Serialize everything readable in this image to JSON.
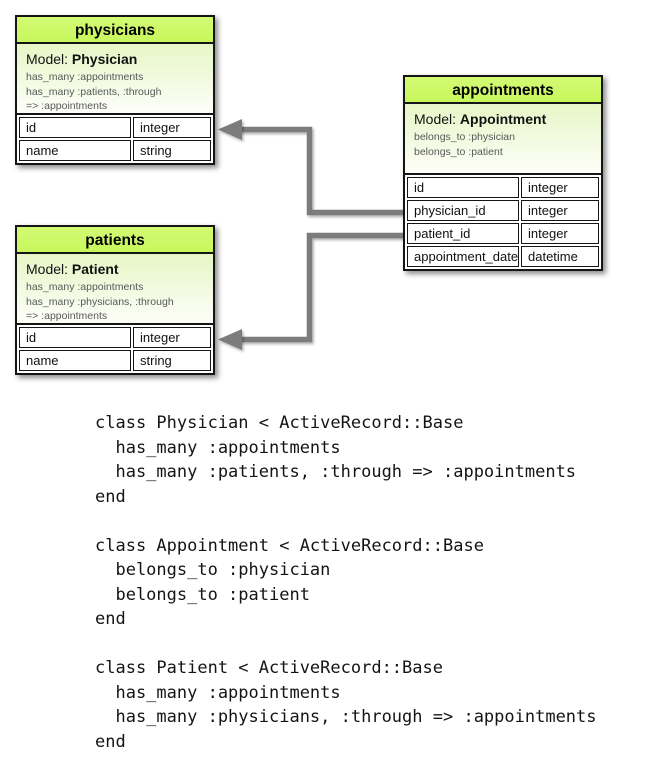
{
  "labels": {
    "model": "Model:"
  },
  "diagram": {
    "colors": {
      "header_green": "#ccf862",
      "gradient_top": "#e7f6c6",
      "arrow_gray": "#7b7b7b",
      "border_black": "#151515"
    },
    "tables": [
      {
        "name": "physicians",
        "model": "Physician",
        "associations": [
          "has_many :appointments",
          "has_many :patients, :through",
          "=> :appointments"
        ],
        "columns": [
          {
            "name": "id",
            "type": "integer"
          },
          {
            "name": "name",
            "type": "string"
          }
        ]
      },
      {
        "name": "appointments",
        "model": "Appointment",
        "associations": [
          "belongs_to :physician",
          "belongs_to :patient"
        ],
        "columns": [
          {
            "name": "id",
            "type": "integer"
          },
          {
            "name": "physician_id",
            "type": "integer"
          },
          {
            "name": "patient_id",
            "type": "integer"
          },
          {
            "name": "appointment_date",
            "type": "datetime"
          }
        ]
      },
      {
        "name": "patients",
        "model": "Patient",
        "associations": [
          "has_many :appointments",
          "has_many :physicians, :through",
          "=> :appointments"
        ],
        "columns": [
          {
            "name": "id",
            "type": "integer"
          },
          {
            "name": "name",
            "type": "string"
          }
        ]
      }
    ],
    "relationships": [
      {
        "from": "appointments.physician_id",
        "to": "physicians.id"
      },
      {
        "from": "appointments.patient_id",
        "to": "patients.id"
      }
    ]
  },
  "code": {
    "text": "class Physician < ActiveRecord::Base\n  has_many :appointments\n  has_many :patients, :through => :appointments\nend\n\nclass Appointment < ActiveRecord::Base\n  belongs_to :physician\n  belongs_to :patient\nend\n\nclass Patient < ActiveRecord::Base\n  has_many :appointments\n  has_many :physicians, :through => :appointments\nend"
  }
}
